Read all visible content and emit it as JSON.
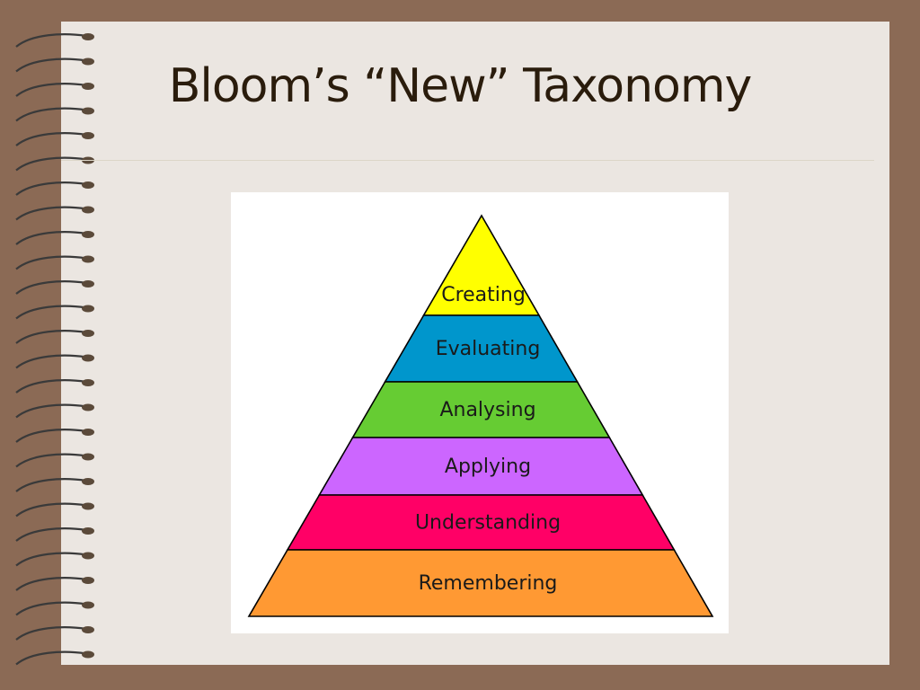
{
  "slide": {
    "title": "Bloom’s “New” Taxonomy"
  },
  "pyramid": {
    "levels": [
      {
        "label": "Creating",
        "color": "#ffff00"
      },
      {
        "label": "Evaluating",
        "color": "#0096cc"
      },
      {
        "label": "Analysing",
        "color": "#66cc33"
      },
      {
        "label": "Applying",
        "color": "#cc66ff"
      },
      {
        "label": "Understanding",
        "color": "#ff0066"
      },
      {
        "label": "Remembering",
        "color": "#ff9933"
      }
    ]
  },
  "colors": {
    "background": "#8b6a55",
    "paper": "#ebe6e1",
    "title": "#2a1c0c"
  }
}
